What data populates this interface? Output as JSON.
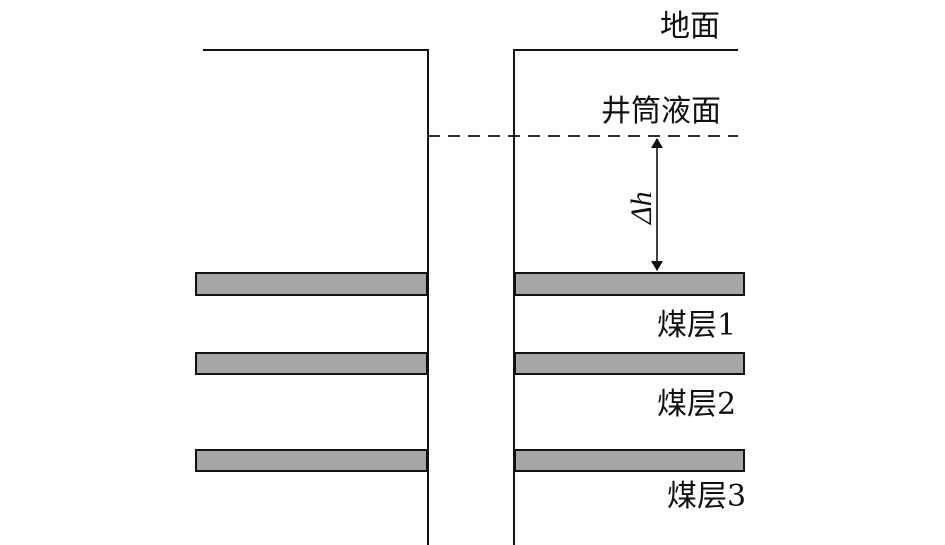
{
  "labels": {
    "ground": "地面",
    "well_liquid_level": "井筒液面",
    "delta_h": "Δh"
  },
  "coal_seams": [
    {
      "label": "煤层1"
    },
    {
      "label": "煤层2"
    },
    {
      "label": "煤层3"
    }
  ],
  "colors": {
    "line": "#111111",
    "seam_fill": "#a6a6a6",
    "background": "#ffffff"
  }
}
